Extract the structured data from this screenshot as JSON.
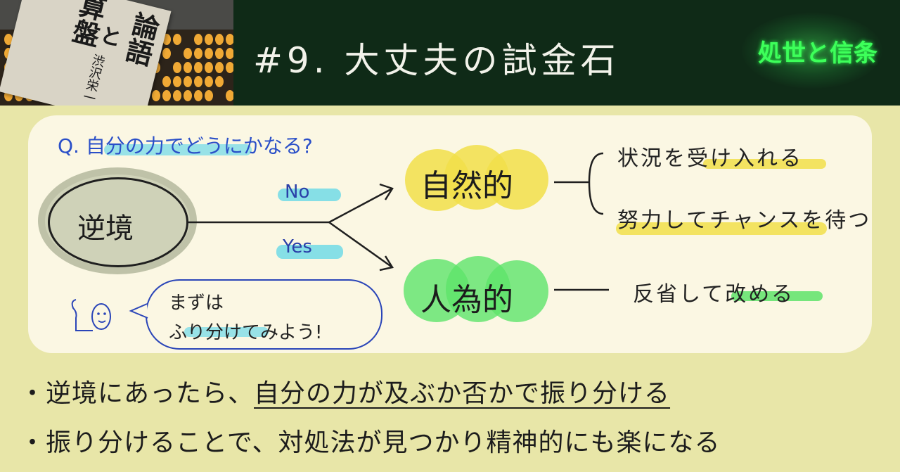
{
  "header": {
    "title": "#9. 大丈夫の試金石",
    "series_badge": "処世と信条",
    "book_title_1": "論語",
    "book_title_2": "と",
    "book_title_3": "算盤",
    "book_author": "渋沢栄一"
  },
  "diagram": {
    "question": "Q. 自分の力でどうにかなる?",
    "adversity": "逆境",
    "branch_no": "No",
    "branch_yes": "Yes",
    "natural": {
      "label": "自然的",
      "actions": [
        "状況を受け入れる",
        "努力してチャンスを待つ"
      ]
    },
    "artificial": {
      "label": "人為的",
      "actions": [
        "反省して改める"
      ]
    },
    "speech_line_1": "まずは",
    "speech_line_2": "ふり分けてみよう!"
  },
  "bullets": [
    {
      "prefix": "・逆境にあったら、",
      "underlined": "自分の力が及ぶか否かで振り分ける",
      "suffix": ""
    },
    {
      "prefix": "・振り分けることで、対処法が見つかり精神的にも楽になる",
      "underlined": "",
      "suffix": ""
    }
  ],
  "colors": {
    "header_bg": "#0f2a17",
    "page_bg": "#e8e6a8",
    "board_bg": "#fbf7e3",
    "natural_highlight": "#f1df4a",
    "artificial_highlight": "#5ee36a",
    "question_ink": "#2a4fc8",
    "cyan_highlight": "#69d8e6",
    "badge_green": "#3dff5a"
  }
}
